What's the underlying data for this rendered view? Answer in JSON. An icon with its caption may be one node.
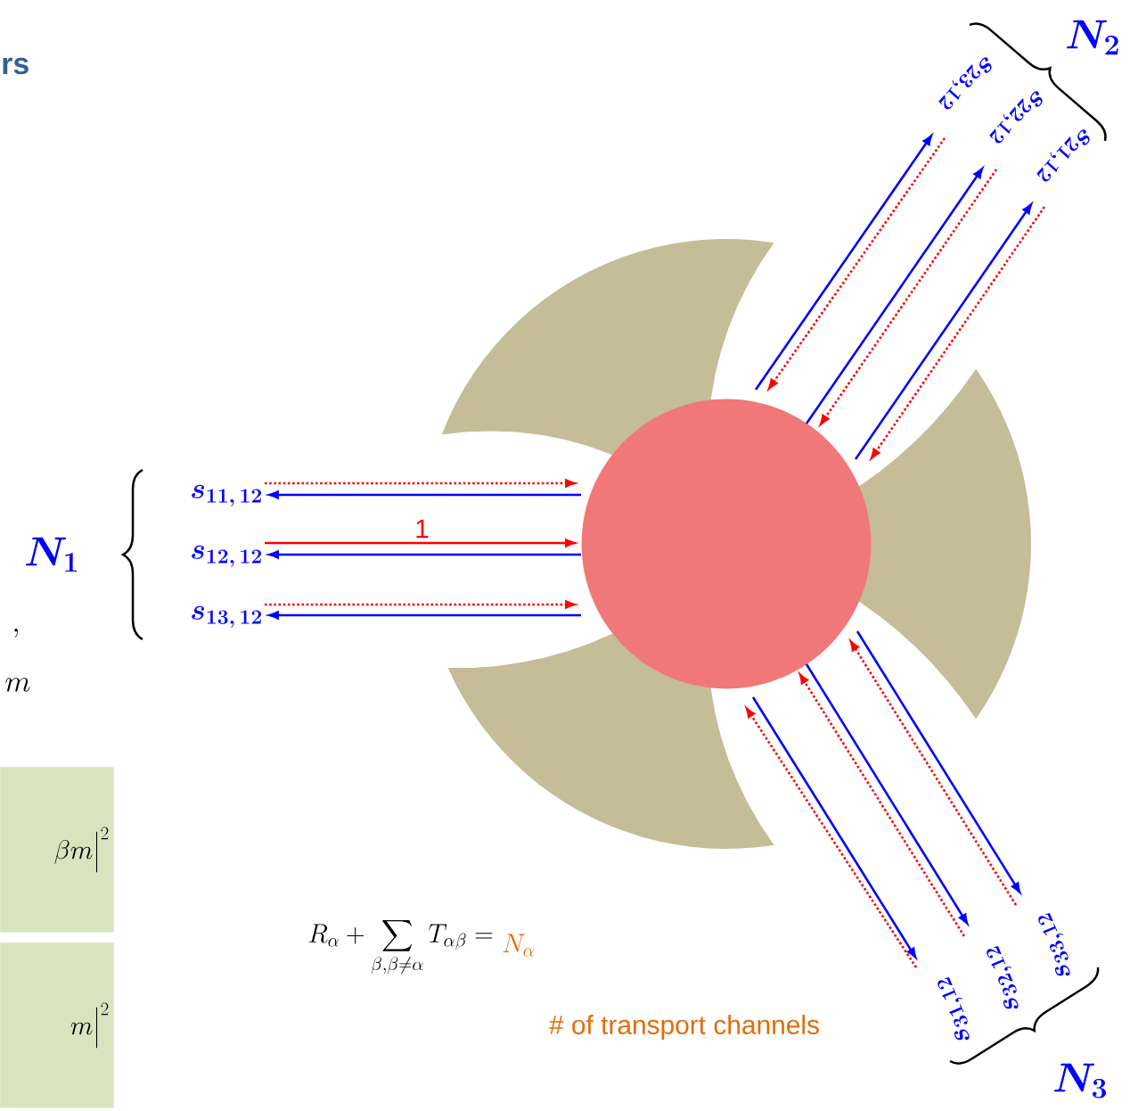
{
  "diagram": {
    "title": "rs",
    "nodes": [
      {
        "text": [
          "s_{23,12}"
        ]
      },
      {
        "text": [
          "s_{22,12}"
        ]
      },
      {
        "text": [
          "s_{21,12}"
        ]
      },
      {
        "text": [
          "s_{11,\\,12}"
        ]
      },
      {
        "text": [
          "s_{12,\\,12}"
        ]
      },
      {
        "text": [
          "s_{13,\\,12}"
        ]
      },
      {
        "text": [],
        "shape": "circle"
      },
      {
        "text": [
          "s_{31,12}"
        ]
      },
      {
        "text": [
          "s_{32,12}"
        ]
      },
      {
        "text": [
          "s_{33,12}"
        ]
      },
      {
        "text": [
          "\\beta m\\big|^{2}"
        ]
      },
      {
        "text": [
          "m\\big|^{2}"
        ]
      }
    ],
    "edges": [
      {
        "from": 6,
        "to": 3,
        "arrow": "to"
      },
      {
        "from": 6,
        "to": 4,
        "arrow": "to"
      },
      {
        "from": 6,
        "to": 5,
        "arrow": "to"
      },
      {
        "from": 3,
        "to": 6,
        "arrow": "to",
        "style": "dashed",
        "color": "#ff0000"
      },
      {
        "from": 4,
        "to": 6,
        "arrow": "to",
        "label": "1",
        "color": "#ff0000"
      },
      {
        "from": 5,
        "to": 6,
        "arrow": "to",
        "style": "dashed",
        "color": "#ff0000"
      },
      {
        "from": 6,
        "to": 0,
        "arrow": "to"
      },
      {
        "from": 6,
        "to": 1,
        "arrow": "to"
      },
      {
        "from": 6,
        "to": 2,
        "arrow": "to"
      },
      {
        "from": 0,
        "to": 6,
        "arrow": "to",
        "style": "dashed",
        "color": "#ff0000"
      },
      {
        "from": 1,
        "to": 6,
        "arrow": "to",
        "style": "dashed",
        "color": "#ff0000"
      },
      {
        "from": 2,
        "to": 6,
        "arrow": "to",
        "style": "dashed",
        "color": "#ff0000"
      },
      {
        "from": 6,
        "to": 7,
        "arrow": "to"
      },
      {
        "from": 6,
        "to": 8,
        "arrow": "to"
      },
      {
        "from": 6,
        "to": 9,
        "arrow": "to"
      },
      {
        "from": 7,
        "to": 6,
        "arrow": "to",
        "style": "dashed",
        "color": "#ff0000"
      },
      {
        "from": 8,
        "to": 6,
        "arrow": "to",
        "style": "dashed",
        "color": "#ff0000"
      },
      {
        "from": 9,
        "to": 6,
        "arrow": "to",
        "style": "dashed",
        "color": "#ff0000"
      }
    ],
    "labels": [
      "N_{1}",
      "N_{2}",
      "N_{3}",
      ",",
      "m",
      "R_{\\alpha}+\\sum_{\\beta,\\beta\\neq\\alpha}T_{\\alpha\\beta}=",
      "N_{\\alpha}",
      "# of transport channels"
    ]
  }
}
